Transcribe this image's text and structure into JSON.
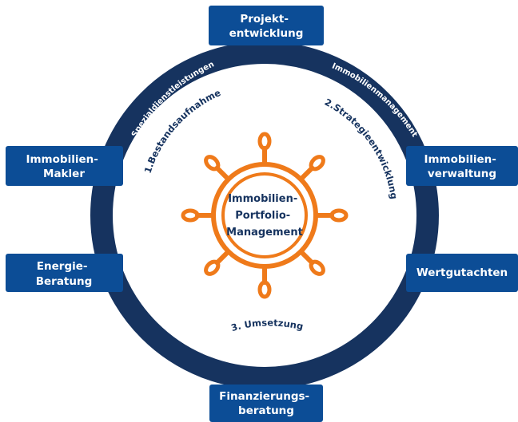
{
  "colors": {
    "ring": "#16335f",
    "box": "#0c4d96",
    "wheel": "#ef7a1a",
    "text_dark": "#16335f",
    "background": "#ffffff"
  },
  "center": {
    "icon": "ship-wheel-icon",
    "lines": [
      "Immobilien-",
      "Portfolio-",
      "Management"
    ]
  },
  "services": [
    {
      "id": "projektentwicklung",
      "lines": [
        "Projekt-",
        "entwicklung"
      ]
    },
    {
      "id": "immobilienverwaltung",
      "lines": [
        "Immobilien-",
        "verwaltung"
      ]
    },
    {
      "id": "wertgutachten",
      "lines": [
        "Wertgutachten"
      ]
    },
    {
      "id": "finanzierungsberatung",
      "lines": [
        "Finanzierungs-",
        "beratung"
      ]
    },
    {
      "id": "energieberatung",
      "lines": [
        "Energie-",
        "Beratung"
      ]
    },
    {
      "id": "immobilienmakler",
      "lines": [
        "Immobilien-",
        "Makler"
      ]
    }
  ],
  "ring_labels": {
    "left": "Spezialdienstleistungen",
    "right": "Immobilienmanagement"
  },
  "steps": {
    "step1": "1.Bestandsaufnahme",
    "step2": "2.Strategieentwicklung",
    "step3": "3. Umsetzung"
  }
}
